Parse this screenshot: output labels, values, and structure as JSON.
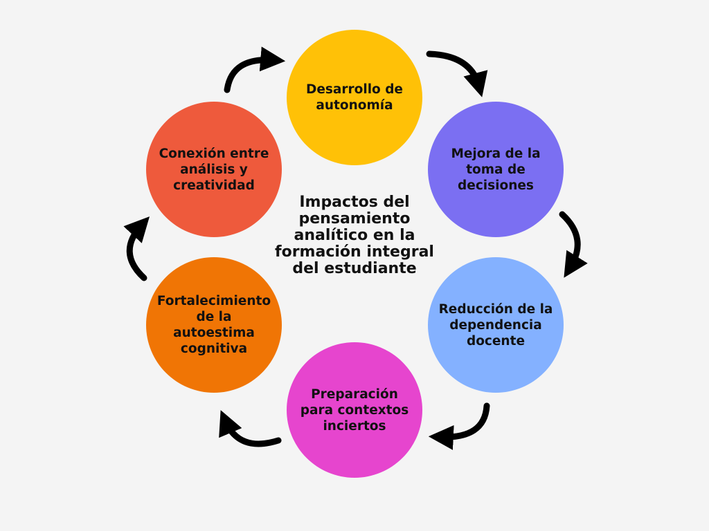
{
  "title": "Impactos del\npensamiento\nanalítico en la\nformación integral\ndel estudiante",
  "nodes": [
    {
      "label": "Desarrollo de\nautonomía",
      "color": "#FFC107"
    },
    {
      "label": "Mejora de la\ntoma de\ndecisiones",
      "color": "#7B6FF2"
    },
    {
      "label": "Reducción de la\ndependencia\ndocente",
      "color": "#84B1FF"
    },
    {
      "label": "Preparación\npara contextos\ninciertos",
      "color": "#E645CE"
    },
    {
      "label": "Fortalecimiento\nde la\nautoestima\ncognitiva",
      "color": "#F07505"
    },
    {
      "label": "Conexión entre\nanálisis y\ncreatividad",
      "color": "#EE5A3C"
    }
  ],
  "arrow_color": "#000000"
}
